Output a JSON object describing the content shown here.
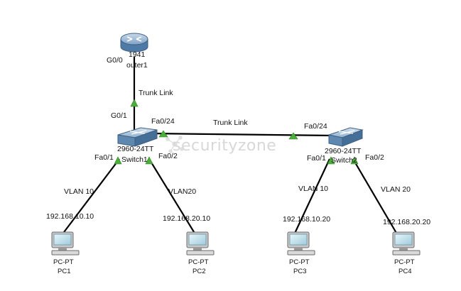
{
  "diagram": {
    "watermark": "securityzone",
    "router": {
      "model": "1941",
      "name": "outer1",
      "port": "G0/0"
    },
    "router_switch_link": {
      "label": "Trunk Link",
      "switch_port": "G0/1"
    },
    "switch1": {
      "model": "2960-24TT",
      "name": "Switch1",
      "port_trunk": "Fa0/24",
      "port_a": "Fa0/1",
      "port_b": "Fa0/2"
    },
    "switch2": {
      "model": "2960-24TT",
      "name": "Switch2",
      "port_trunk": "Fa0/24",
      "port_a": "Fa0/1",
      "port_b": "Fa0/2"
    },
    "inter_switch_link": {
      "label": "Trunk Link"
    },
    "links": {
      "pc1": {
        "vlan": "VLAN 10",
        "ip": "192.168.10.10"
      },
      "pc2": {
        "vlan": "VLAN20",
        "ip": "192.168.20.10"
      },
      "pc3": {
        "vlan": "VLAN 10",
        "ip": "192.168.10.20"
      },
      "pc4": {
        "vlan": "VLAN 20",
        "ip": "192.168.20.20"
      }
    },
    "pcs": [
      {
        "type": "PC-PT",
        "name": "PC1"
      },
      {
        "type": "PC-PT",
        "name": "PC2"
      },
      {
        "type": "PC-PT",
        "name": "PC3"
      },
      {
        "type": "PC-PT",
        "name": "PC4"
      }
    ],
    "colors": {
      "link": "#000000",
      "port_up": "#4caf3a",
      "router_body": "#6e93b8",
      "switch_body": "#5e88b0",
      "pc_screen": "#bfe0ea"
    }
  }
}
